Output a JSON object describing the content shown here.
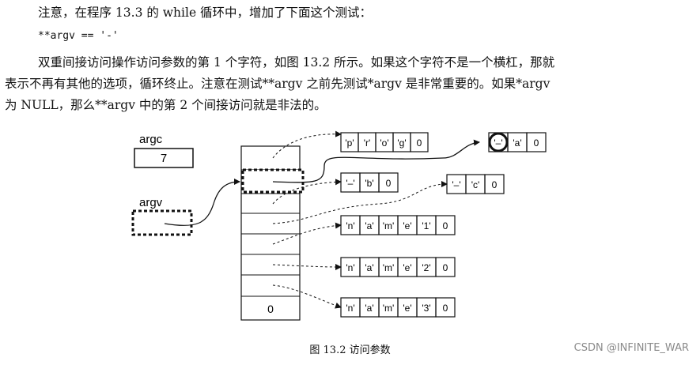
{
  "text": {
    "line1": "注意，在程序 13.3 的 while 循环中，增加了下面这个测试：",
    "code": "**argv == '-'",
    "line2": "双重间接访问操作访问参数的第 1 个字符，如图 13.2 所示。如果这个字符不是一个横杠，那就",
    "line3": "表示不再有其他的选项，循环终止。注意在测试**argv 之前先测试*argv 是非常重要的。如果*argv",
    "line4": "为 NULL，那么**argv 中的第 2 个间接访问就是非法的。"
  },
  "diagram": {
    "argc_label": "argc",
    "argc_value": "7",
    "argv_label": "argv",
    "null_value": "0",
    "strings": [
      {
        "id": "prog",
        "chars": [
          "'p'",
          "'r'",
          "'o'",
          "'g'",
          "0"
        ]
      },
      {
        "id": "opt-a",
        "chars": [
          "'–'",
          "'a'",
          "0"
        ]
      },
      {
        "id": "opt-b",
        "chars": [
          "'–'",
          "'b'",
          "0"
        ]
      },
      {
        "id": "opt-c",
        "chars": [
          "'–'",
          "'c'",
          "0"
        ]
      },
      {
        "id": "name1",
        "chars": [
          "'n'",
          "'a'",
          "'m'",
          "'e'",
          "'1'",
          "0"
        ]
      },
      {
        "id": "name2",
        "chars": [
          "'n'",
          "'a'",
          "'m'",
          "'e'",
          "'2'",
          "0"
        ]
      },
      {
        "id": "name3",
        "chars": [
          "'n'",
          "'a'",
          "'m'",
          "'e'",
          "'3'",
          "0"
        ]
      }
    ]
  },
  "caption": "图 13.2   访问参数",
  "watermark": "CSDN @INFINITE_WAR"
}
